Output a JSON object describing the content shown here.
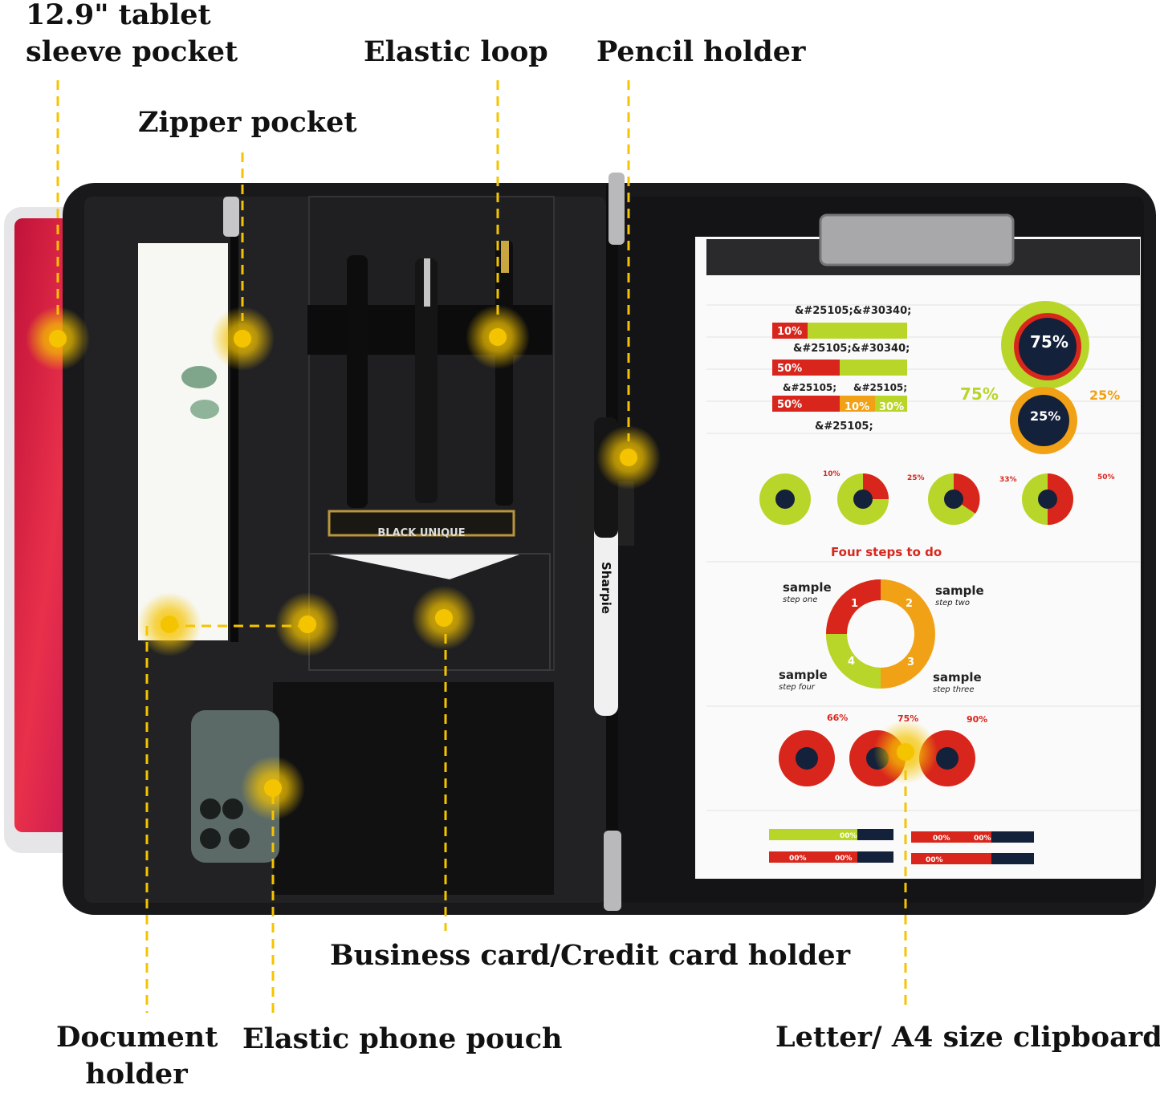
{
  "callouts": {
    "tablet_sleeve": {
      "line1": "12.9\" tablet",
      "line2": "sleeve pocket"
    },
    "zipper_pocket": "Zipper pocket",
    "elastic_loop": "Elastic loop",
    "pencil_holder": "Pencil holder",
    "card_holder": "Business card/Credit card holder",
    "document_holder": {
      "line1": "Document",
      "line2": "holder"
    },
    "phone_pouch": "Elastic phone pouch",
    "clipboard": "Letter/ A4 size clipboard"
  },
  "product": {
    "card_brand": "BLACK UNIQUE",
    "marker_brand": "Sharpie"
  },
  "paper": {
    "code_a": "&#25105;&#30340;",
    "code_b": "&#25105;",
    "bar_labels": [
      "10%",
      "50%",
      "50%",
      "10%",
      "30%"
    ],
    "ring_big": "75%",
    "ring_small": "25%",
    "side_left": "75%",
    "side_right": "25%",
    "pie_labels": [
      "10%",
      "25%",
      "33%",
      "50%"
    ],
    "steps_title": "Four steps to do",
    "steps": [
      {
        "title": "sample",
        "sub": "step one",
        "n": "1"
      },
      {
        "title": "sample",
        "sub": "step two",
        "n": "2"
      },
      {
        "title": "sample",
        "sub": "step three",
        "n": "3"
      },
      {
        "title": "sample",
        "sub": "step four",
        "n": "4"
      }
    ],
    "bottom_pies": [
      "66%",
      "75%",
      "90%"
    ],
    "bottom_bars": [
      "00%",
      "00%",
      "00%",
      "00%",
      "00%",
      "00%"
    ]
  },
  "colors": {
    "accent": "#f5c400",
    "leather": "#1b1b1d",
    "green": "#b8d62a",
    "red": "#d8261c",
    "orange": "#f1a115",
    "navy": "#14213a"
  }
}
